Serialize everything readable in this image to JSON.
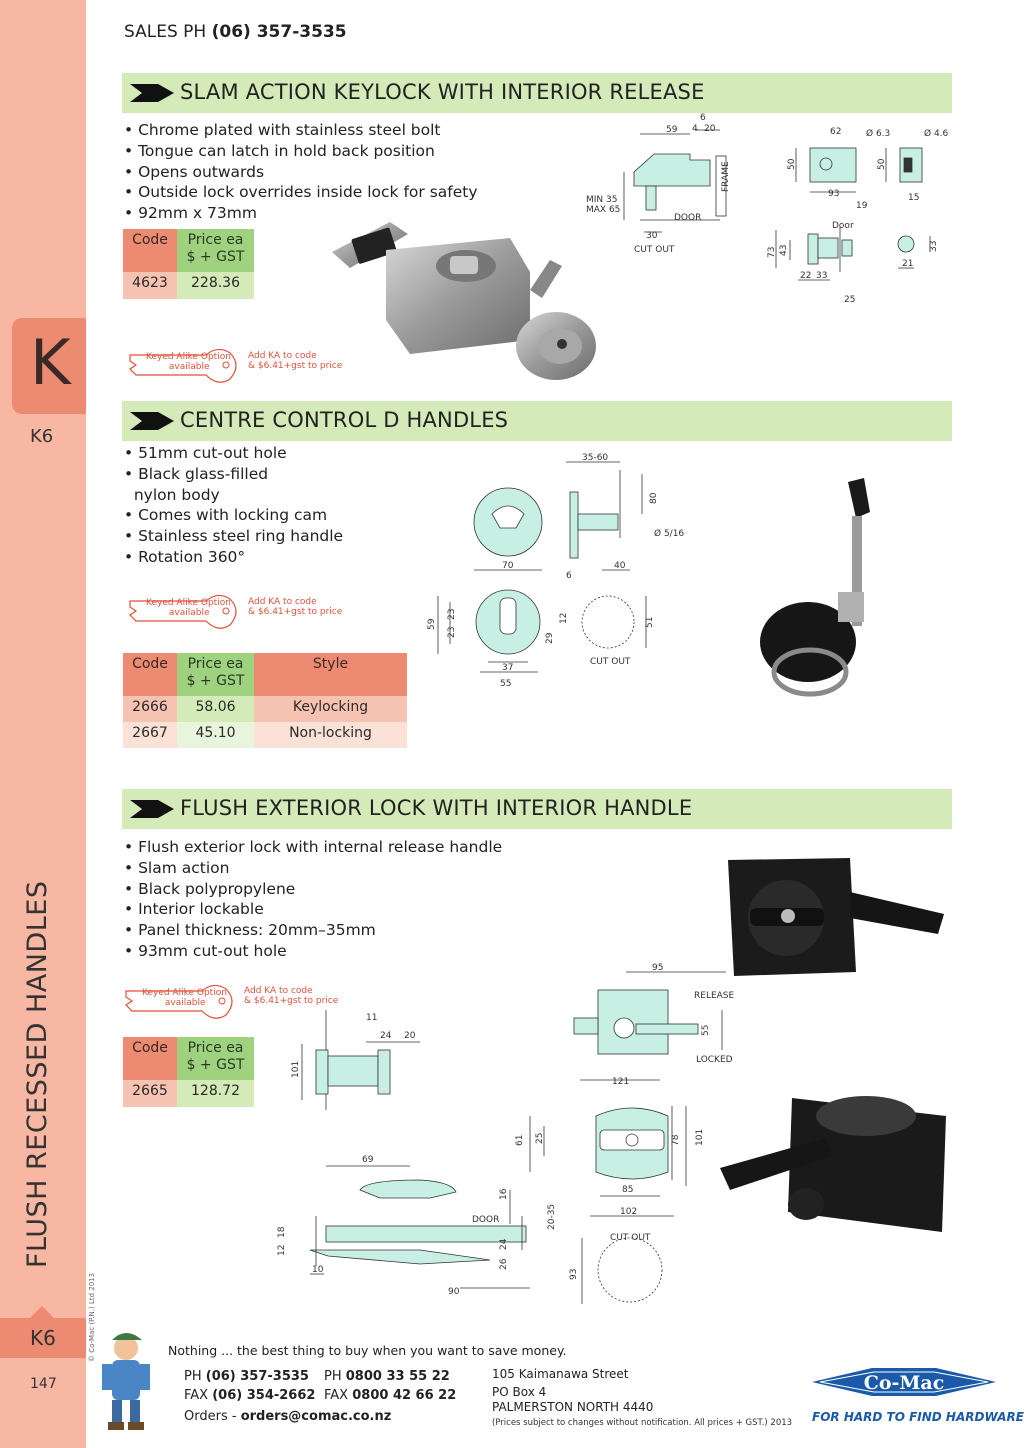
{
  "header": {
    "sales_label": "SALES PH",
    "sales_phone": "(06) 357-3535"
  },
  "sidebar": {
    "tab_letter": "K",
    "section_code": "K6",
    "vertical_title": "FLUSH RECESSED HANDLES",
    "copyright": "© Co-Mac (P.N.) Ltd 2013",
    "bottom_code": "K6",
    "page_number": "147"
  },
  "keyed_alike": {
    "key_text_1": "Keyed Alike Option",
    "key_text_2": "available",
    "note_1": "Add KA to code",
    "note_2": "& $6.41+gst to price"
  },
  "sections": [
    {
      "title": "SLAM ACTION KEYLOCK WITH INTERIOR RELEASE",
      "bullets": [
        "Chrome plated with stainless steel bolt",
        "Tongue can latch in hold back position",
        "Opens outwards",
        "Outside lock overrides inside lock for safety",
        "92mm x 73mm"
      ],
      "table": {
        "headers": [
          "Code",
          "Price ea\n$ + GST"
        ],
        "rows": [
          [
            "4623",
            "228.36"
          ]
        ]
      },
      "diagram_labels": {
        "d59": "59",
        "d6": "6",
        "d4": "4",
        "d20": "20",
        "frame": "FRAME",
        "min": "MIN 35",
        "max": "MAX 65",
        "door": "DOOR",
        "d30": "30",
        "cutout": "CUT OUT",
        "d62": "62",
        "phi63": "Ø 6.3",
        "phi46": "Ø 4.6",
        "d50a": "50",
        "d50b": "50",
        "d93": "93",
        "d19": "19",
        "d15": "15",
        "door2": "Door",
        "d73": "73",
        "d43": "43",
        "d22": "22",
        "d33": "33",
        "d25": "25",
        "d33b": "33",
        "d21": "21"
      }
    },
    {
      "title": "CENTRE CONTROL D HANDLES",
      "bullets": [
        "51mm cut-out hole",
        "Black glass-filled",
        "nylon body",
        "Comes with locking cam",
        "Stainless steel ring handle",
        "Rotation 360°"
      ],
      "table": {
        "headers": [
          "Code",
          "Price ea\n$ + GST",
          "Style"
        ],
        "rows": [
          [
            "2666",
            "58.06",
            "Keylocking"
          ],
          [
            "2667",
            "45.10",
            "Non-locking"
          ]
        ]
      },
      "diagram_labels": {
        "d3560": "35-60",
        "d80": "80",
        "phi516": "Ø 5/16",
        "d70": "70",
        "d6": "6",
        "d40": "40",
        "d59": "59",
        "d23a": "23",
        "d23b": "23",
        "d29": "29",
        "d12": "12",
        "d51": "51",
        "d37": "37",
        "d55": "55",
        "cutout": "CUT OUT"
      }
    },
    {
      "title": "FLUSH EXTERIOR LOCK WITH INTERIOR HANDLE",
      "bullets": [
        "Flush exterior lock with internal release handle",
        "Slam action",
        "Black polypropylene",
        "Interior lockable",
        "Panel thickness: 20mm–35mm",
        "93mm cut-out hole"
      ],
      "table": {
        "headers": [
          "Code",
          "Price ea\n$ + GST"
        ],
        "rows": [
          [
            "2665",
            "128.72"
          ]
        ]
      },
      "diagram_labels": {
        "d11": "11",
        "d24": "24",
        "d20": "20",
        "d101a": "101",
        "d69": "69",
        "d16": "16",
        "door": "DOOR",
        "d2035": "20-35",
        "d12": "12",
        "d18": "18",
        "d24b": "24",
        "d26": "26",
        "d10": "10",
        "d90": "90",
        "d95": "95",
        "release": "RELEASE",
        "d55": "55",
        "locked": "LOCKED",
        "d121": "121",
        "d61": "61",
        "d25": "25",
        "d78": "78",
        "d101b": "101",
        "d85": "85",
        "d102": "102",
        "cutout": "CUT OUT",
        "d93": "93"
      }
    }
  ],
  "footer": {
    "tagline": "Nothing ... the best thing to buy when you want to save money.",
    "ph_label": "PH",
    "ph": "(06) 357-3535",
    "fax_label": "FAX",
    "fax": "(06) 354-2662",
    "ph2_label": "PH",
    "ph2": "0800 33 55 22",
    "fax2_label": "FAX",
    "fax2": "0800 42 66 22",
    "orders_label": "Orders -",
    "orders_email": "orders@comac.co.nz",
    "address_1": "105 Kaimanawa Street",
    "address_2": "PO Box 4",
    "address_3": "PALMERSTON NORTH 4440",
    "prices_note": "(Prices subject to changes without notification.  All prices + GST.)  2013",
    "logo_text": "Co-Mac",
    "logo_tagline": "FOR HARD TO FIND HARDWARE"
  },
  "colors": {
    "sidebar": "#f7b7a2",
    "accent": "#ec8a72",
    "band": "#d4eab8",
    "price": "#9ed27f",
    "brand_blue": "#1a5aa8",
    "drawing": "#c8efe4"
  }
}
